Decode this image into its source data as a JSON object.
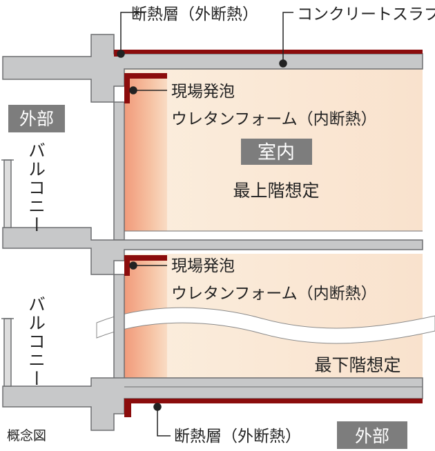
{
  "labels": {
    "roof_insulation": "断熱層（外断熱）",
    "concrete_slab": "コンクリートスラブ",
    "foam_line1": "現場発泡",
    "foam_line2": "ウレタンフォーム（内断熱）",
    "foam_line1_b": "現場発泡",
    "foam_line2_b": "ウレタンフォーム（内断熱）",
    "exterior_top": "外部",
    "balcony_top": "バルコニー",
    "interior": "室内",
    "top_floor": "最上階想定",
    "balcony_bottom": "バルコニー",
    "bottom_floor": "最下階想定",
    "concept": "概念図",
    "floor_insulation": "断熱層（外断熱）",
    "exterior_bottom": "外部"
  },
  "colors": {
    "concrete": "#c7c8c9",
    "concrete_stroke": "#6d6e70",
    "insulation": "#8b0c0c",
    "room": "#f9e4cf",
    "foam_gradient_start": "#f3a889",
    "badge": "#7d7d7d"
  }
}
